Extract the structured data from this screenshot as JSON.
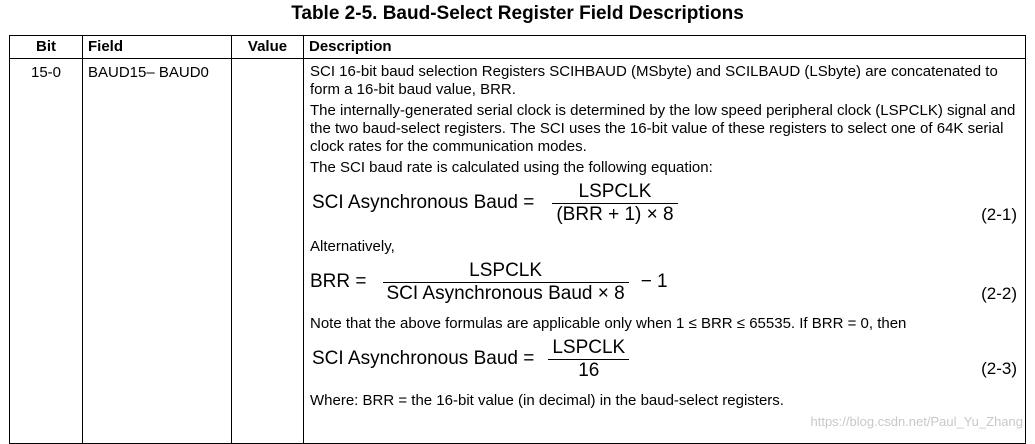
{
  "title": "Table 2-5. Baud-Select Register Field Descriptions",
  "headers": {
    "bit": "Bit",
    "field": "Field",
    "value": "Value",
    "description": "Description"
  },
  "row": {
    "bit": "15-0",
    "field": "BAUD15– BAUD0",
    "value": "",
    "p1": "SCI 16-bit baud selection Registers SCIHBAUD (MSbyte) and SCILBAUD (LSbyte) are concatenated to form a 16-bit baud value, BRR.",
    "p2": "The internally-generated serial clock is determined by the low speed peripheral clock (LSPCLK) signal and the two baud-select registers. The SCI uses the 16-bit value of these registers to select one of 64K serial clock rates for the communication modes.",
    "p3": "The SCI baud rate is calculated using the following equation:",
    "eq1": {
      "lhs": "SCI Asynchronous Baud =",
      "num": "LSPCLK",
      "den": "(BRR + 1) × 8",
      "tail": "",
      "number": "(2-1)"
    },
    "p4": "Alternatively,",
    "eq2": {
      "lhs": "BRR =",
      "num": "LSPCLK",
      "den": "SCI Asynchronous Baud × 8",
      "tail": "− 1",
      "number": "(2-2)"
    },
    "p5": "Note that the above formulas are applicable only when 1 ≤ BRR ≤ 65535. If BRR = 0, then",
    "eq3": {
      "lhs": "SCI Asynchronous Baud =",
      "num": "LSPCLK",
      "den": "16",
      "tail": "",
      "number": "(2-3)"
    },
    "p6": "Where: BRR = the 16-bit value (in decimal) in the baud-select registers."
  },
  "watermark": "https://blog.csdn.net/Paul_Yu_Zhang"
}
